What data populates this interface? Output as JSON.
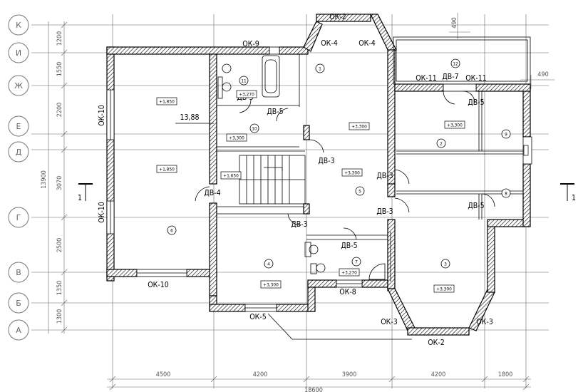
{
  "grid_axes": {
    "horizontal": [
      "К",
      "И",
      "Ж",
      "Е",
      "Д",
      "Г",
      "В",
      "Б",
      "А"
    ]
  },
  "dimensions": {
    "left_vertical": [
      "1200",
      "1550",
      "2200",
      "3070",
      "2500",
      "1350",
      "1300"
    ],
    "left_total": "13900",
    "bottom": [
      "4500",
      "4200",
      "3900",
      "4200",
      "1800"
    ],
    "bottom_total": "18600",
    "top_right": "490",
    "right_side": "490"
  },
  "openings": {
    "ok2_top": "ОК-2",
    "ok2_bottom": "ОК-2",
    "ok9": "ОК-9",
    "ok4_a": "ОК-4",
    "ok4_b": "ОК-4",
    "ok10_top": "ОК-10",
    "ok10_mid": "ОК-10",
    "ok10_bottom": "ОК-10",
    "ok11_a": "ОК-11",
    "ok11_b": "ОК-11",
    "ok5": "ОК-5",
    "ok8": "ОК-8",
    "ok3_a": "ОК-3",
    "ok3_b": "ОК-3",
    "dv7": "ДВ-7",
    "dv5_a": "ДВ-5",
    "dv5_b": "ДВ-5",
    "dv5_c": "ДВ-5",
    "dv5_d": "ДВ-5",
    "dv5_e": "ДВ-5",
    "dv3_a": "ДВ-3",
    "dv3_b": "ДВ-3",
    "dv3_c": "ДВ-3",
    "dv3_d": "ДВ-3",
    "dv4": "ДВ-4"
  },
  "rooms": [
    "1",
    "2",
    "3",
    "4",
    "5",
    "6",
    "7",
    "8",
    "9",
    "10",
    "11",
    "12"
  ],
  "levels": {
    "l1850_a": "+1,850",
    "l1850_b": "+1,850",
    "l3270_a": "+3,270",
    "l3270_b": "+3,270",
    "l3300_a": "+3,300",
    "l3300_b": "+3,300",
    "l3300_c": "+3,300",
    "l3300_d": "+3,300",
    "l3300_e": "+3,300",
    "l1650": "+1,650",
    "l3300_f": "+3,300"
  },
  "area": "13,88",
  "section_marks": [
    "1",
    "1"
  ]
}
